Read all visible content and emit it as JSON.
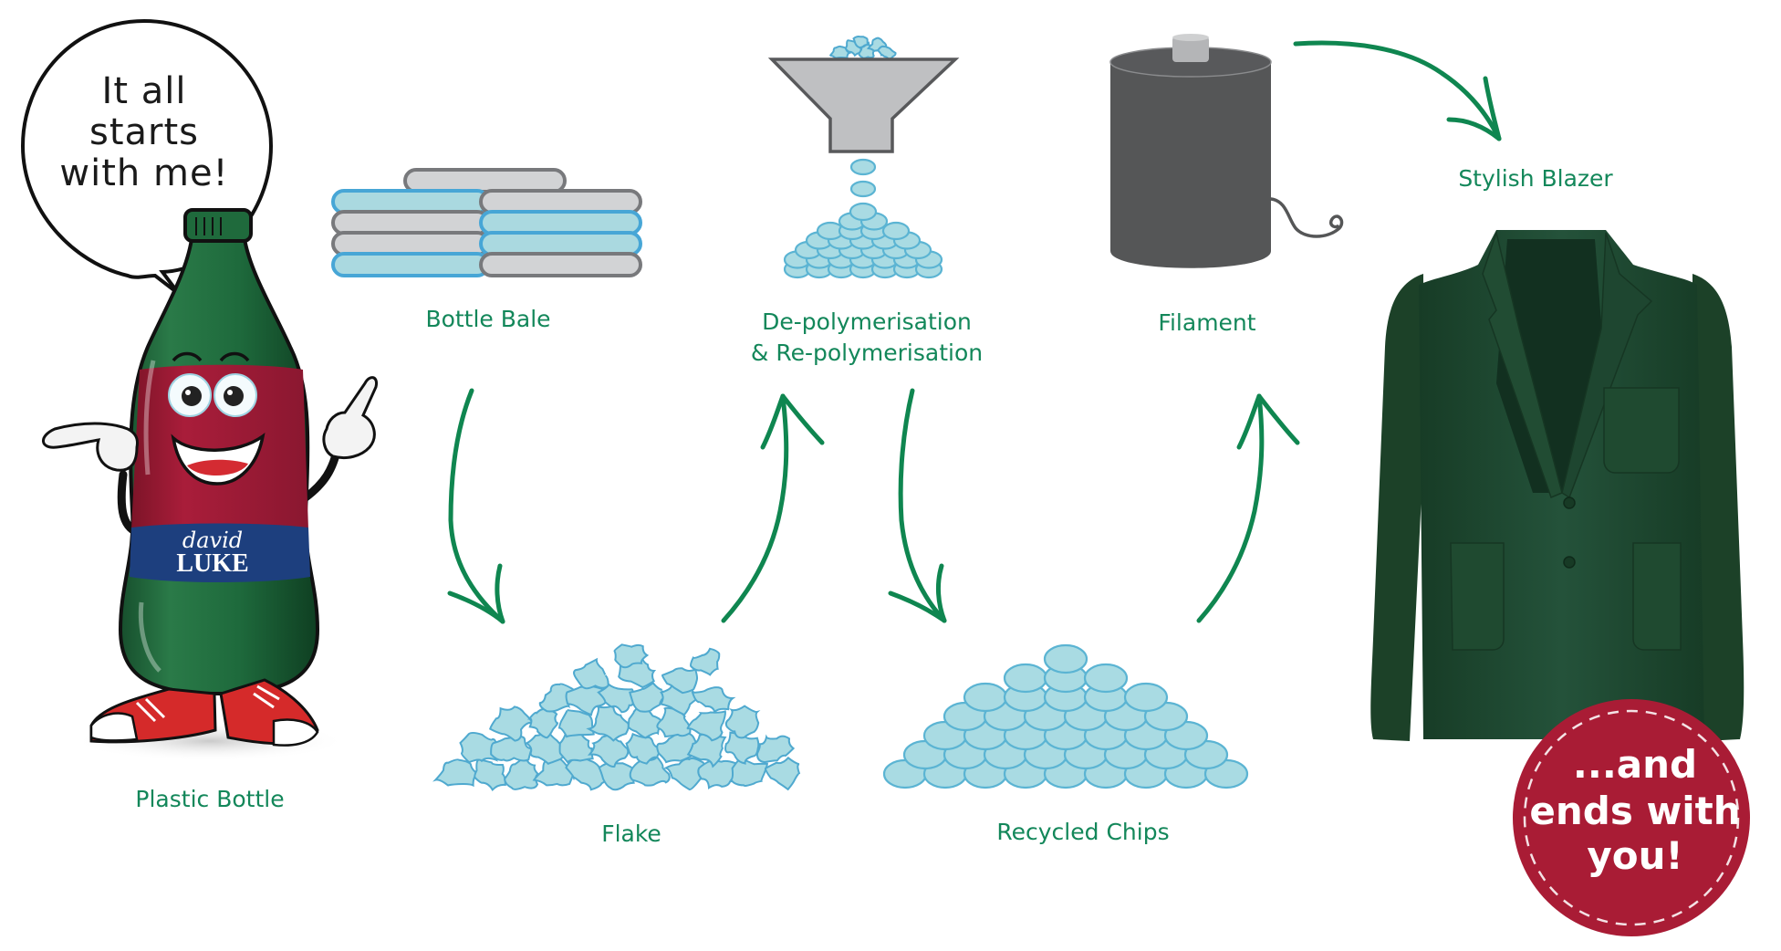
{
  "title": "Plastic bottle to blazer recycling process",
  "speech_bubble": {
    "lines": [
      "It all",
      "starts",
      "with me!"
    ]
  },
  "mascot": {
    "brand_script": "david",
    "brand_caps": "LUKE"
  },
  "stages": {
    "plastic_bottle": "Plastic Bottle",
    "bottle_bale": "Bottle Bale",
    "flake": "Flake",
    "depolymerisation_line1": "De-polymerisation",
    "depolymerisation_line2": "& Re-polymerisation",
    "recycled_chips": "Recycled Chips",
    "filament": "Filament",
    "stylish_blazer": "Stylish Blazer"
  },
  "badge": {
    "lines": [
      "...and",
      "ends with",
      "you!"
    ]
  },
  "colors": {
    "label_green": "#13875a",
    "arrow_green": "#0f8650",
    "bottle_green": "#1f6a3c",
    "label_red": "#a81c37",
    "band_blue": "#1d3f7e",
    "badge_red": "#a91c35",
    "blazer_green": "#1f4a30",
    "chip_blue": "#a9dbe3",
    "spool_grey": "#555657"
  },
  "flow": [
    "Plastic Bottle",
    "Bottle Bale",
    "Flake",
    "De-polymerisation & Re-polymerisation",
    "Recycled Chips",
    "Filament",
    "Stylish Blazer"
  ]
}
